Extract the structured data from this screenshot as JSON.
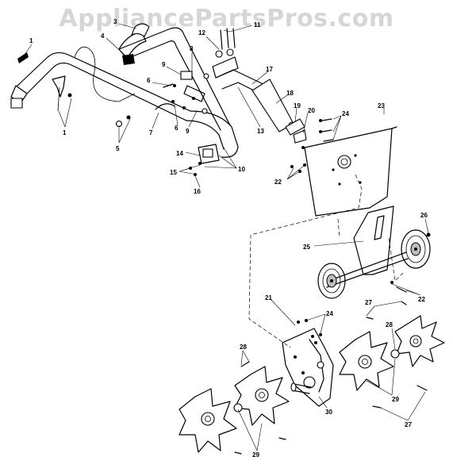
{
  "watermark": "AppliancePartsPros.com",
  "callouts": [
    {
      "id": "c1a",
      "text": "1"
    },
    {
      "id": "c1b",
      "text": "1"
    },
    {
      "id": "c3",
      "text": "3"
    },
    {
      "id": "c4",
      "text": "4"
    },
    {
      "id": "c5",
      "text": "5"
    },
    {
      "id": "c6a",
      "text": "6"
    },
    {
      "id": "c6b",
      "text": "6"
    },
    {
      "id": "c7",
      "text": "7"
    },
    {
      "id": "c8",
      "text": "8"
    },
    {
      "id": "c9a",
      "text": "9"
    },
    {
      "id": "c9b",
      "text": "9"
    },
    {
      "id": "c10",
      "text": "10"
    },
    {
      "id": "c11",
      "text": "11"
    },
    {
      "id": "c12",
      "text": "12"
    },
    {
      "id": "c13",
      "text": "13"
    },
    {
      "id": "c14",
      "text": "14"
    },
    {
      "id": "c15",
      "text": "15"
    },
    {
      "id": "c16",
      "text": "16"
    },
    {
      "id": "c17",
      "text": "17"
    },
    {
      "id": "c18",
      "text": "18"
    },
    {
      "id": "c19",
      "text": "19"
    },
    {
      "id": "c20",
      "text": "20"
    },
    {
      "id": "c21",
      "text": "21"
    },
    {
      "id": "c22a",
      "text": "22"
    },
    {
      "id": "c22b",
      "text": "22"
    },
    {
      "id": "c23",
      "text": "23"
    },
    {
      "id": "c24a",
      "text": "24"
    },
    {
      "id": "c24b",
      "text": "24"
    },
    {
      "id": "c25",
      "text": "25"
    },
    {
      "id": "c26",
      "text": "26"
    },
    {
      "id": "c27a",
      "text": "27"
    },
    {
      "id": "c27b",
      "text": "27"
    },
    {
      "id": "c28a",
      "text": "28"
    },
    {
      "id": "c28b",
      "text": "28"
    },
    {
      "id": "c29a",
      "text": "29"
    },
    {
      "id": "c29b",
      "text": "29"
    },
    {
      "id": "c30",
      "text": "30"
    }
  ]
}
